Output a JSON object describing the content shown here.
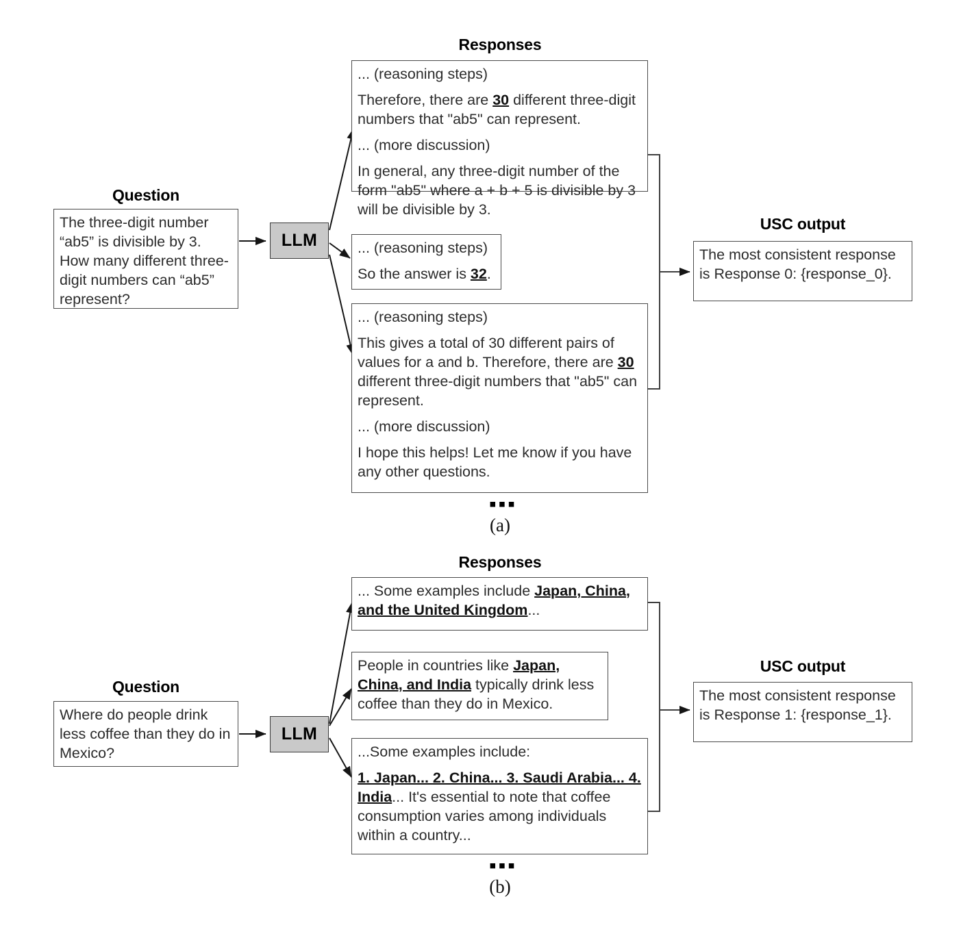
{
  "figure": {
    "panels": [
      {
        "id": "a",
        "caption": "(a)",
        "question_header": "Question",
        "question_text": "The three-digit number “ab5” is divisible by 3. How many different three-digit numbers can “ab5” represent?",
        "llm_label": "LLM",
        "responses_header": "Responses",
        "usc_header": "USC output",
        "usc_text": "The most consistent response is Response 0: {response_0}.",
        "ellipsis": "▪▪▪",
        "responses": [
          {
            "paragraphs": [
              [
                {
                  "t": "... (reasoning steps)",
                  "b": false
                }
              ],
              [
                {
                  "t": "Therefore, there are ",
                  "b": false
                },
                {
                  "t": "30",
                  "b": true
                },
                {
                  "t": " different three-digit numbers that \"ab5\" can represent.",
                  "b": false
                }
              ],
              [
                {
                  "t": "... (more discussion)",
                  "b": false
                }
              ],
              [
                {
                  "t": "In general, any three-digit number of the form \"ab5\" where a + b + 5 is divisible by 3 will be divisible by 3.",
                  "b": false
                }
              ]
            ]
          },
          {
            "paragraphs": [
              [
                {
                  "t": "... (reasoning steps)",
                  "b": false
                }
              ],
              [
                {
                  "t": "So the answer is ",
                  "b": false
                },
                {
                  "t": "32",
                  "b": true
                },
                {
                  "t": ".",
                  "b": false
                }
              ]
            ]
          },
          {
            "paragraphs": [
              [
                {
                  "t": "... (reasoning steps)",
                  "b": false
                }
              ],
              [
                {
                  "t": "This gives a total of 30 different pairs of values for a and b. Therefore, there are ",
                  "b": false
                },
                {
                  "t": "30",
                  "b": true
                },
                {
                  "t": " different three-digit numbers that \"ab5\" can represent.",
                  "b": false
                }
              ],
              [
                {
                  "t": "... (more discussion)",
                  "b": false
                }
              ],
              [
                {
                  "t": "I hope this helps! Let me know if you have any other questions.",
                  "b": false
                }
              ]
            ]
          }
        ]
      },
      {
        "id": "b",
        "caption": "(b)",
        "question_header": "Question",
        "question_text": "Where do people drink less coffee than they do in Mexico?",
        "llm_label": "LLM",
        "responses_header": "Responses",
        "usc_header": "USC output",
        "usc_text": "The most consistent response is Response 1: {response_1}.",
        "ellipsis": "▪▪▪",
        "responses": [
          {
            "paragraphs": [
              [
                {
                  "t": "... Some examples include ",
                  "b": false
                },
                {
                  "t": "Japan, China, and the United Kingdom",
                  "b": true
                },
                {
                  "t": "...",
                  "b": false
                }
              ]
            ]
          },
          {
            "paragraphs": [
              [
                {
                  "t": "People in countries like ",
                  "b": false
                },
                {
                  "t": "Japan, China, and India",
                  "b": true
                },
                {
                  "t": " typically drink less coffee than they do in Mexico.",
                  "b": false
                }
              ]
            ]
          },
          {
            "paragraphs": [
              [
                {
                  "t": "...Some examples include:",
                  "b": false
                }
              ],
              [
                {
                  "t": "1. Japan... 2. China... 3. Saudi Arabia... 4. India",
                  "b": true
                },
                {
                  "t": "... It's essential to note that coffee consumption varies among individuals within a country...",
                  "b": false
                }
              ]
            ]
          }
        ]
      }
    ]
  },
  "colors": {
    "llm_fill": "#c9c9c9",
    "border": "#4a4a4a",
    "text": "#2b2b2b",
    "background": "#ffffff"
  }
}
